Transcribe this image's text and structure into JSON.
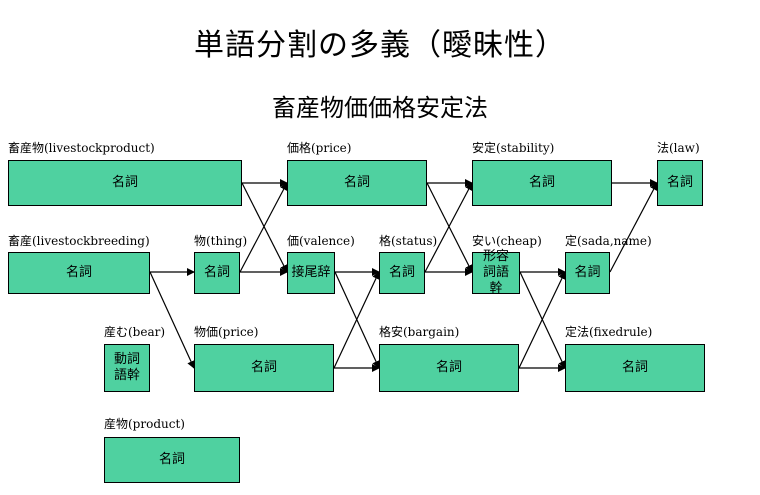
{
  "title": "単語分割の多義（曖昧性）",
  "subtitle": "畜産物価価格安定法",
  "nodes": [
    {
      "label": "畜産物(livestockproduct)",
      "box": "名詞"
    },
    {
      "label": "価格(price)",
      "box": "名詞"
    },
    {
      "label": "安定(stability)",
      "box": "名詞"
    },
    {
      "label": "法(law)",
      "box": "名詞"
    },
    {
      "label": "畜産(livestockbreeding)",
      "box": "名詞"
    },
    {
      "label": "物(thing)",
      "box": "名詞"
    },
    {
      "label": "価(valence)",
      "box": "接尾辞"
    },
    {
      "label": "格(status)",
      "box": "名詞"
    },
    {
      "label": "安い(cheap)",
      "box": "形容詞語幹"
    },
    {
      "label": "定(sada,name)",
      "box": "名詞"
    },
    {
      "label": "産む(bear)",
      "box": "動詞語幹"
    },
    {
      "label": "物価(price)",
      "box": "名詞"
    },
    {
      "label": "格安(bargain)",
      "box": "名詞"
    },
    {
      "label": "定法(fixedrule)",
      "box": "名詞"
    },
    {
      "label": "産物(product)",
      "box": "名詞"
    }
  ]
}
